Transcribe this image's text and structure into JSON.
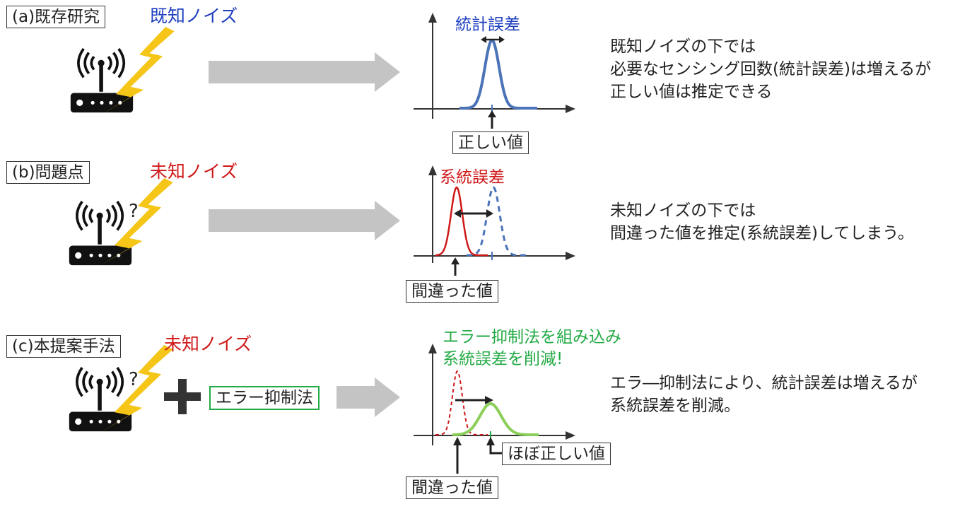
{
  "sections": [
    {
      "id": "a",
      "tag": "(a)既存研究",
      "noise_label": "既知ノイズ",
      "noise_color": "#1f3fbf",
      "graph_label": "統計誤差",
      "graph_label_color": "#1f3fbf",
      "value_label": "正しい値",
      "desc_lines": [
        "既知ノイズの下では",
        "必要なセンシング回数(統計誤差)は増えるが",
        "正しい値は推定できる"
      ]
    },
    {
      "id": "b",
      "tag": "(b)問題点",
      "noise_label": "未知ノイズ",
      "noise_color": "#d01818",
      "graph_label": "系統誤差",
      "graph_label_color": "#d01818",
      "value_label": "間違った値",
      "desc_lines": [
        "未知ノイズの下では",
        "間違った値を推定(系統誤差)してしまう。"
      ]
    },
    {
      "id": "c",
      "tag": "(c)本提案手法",
      "noise_label": "未知ノイズ",
      "noise_color": "#d01818",
      "method_label": "エラー抑制法",
      "graph_label_lines": [
        "エラー抑制法を組み込み",
        "系統誤差を削減!"
      ],
      "graph_label_color": "#22aa44",
      "value_label_wrong": "間違った値",
      "value_label_right": "ほぼ正しい値",
      "desc_lines": [
        "エラ―抑制法により、統計誤差は増えるが",
        "系統誤差を削減。"
      ]
    }
  ],
  "unknown_mark": "?",
  "colors": {
    "bolt": "#f5c518",
    "arrow_fill": "#c4c4c4",
    "curve_blue": "#4a73b8",
    "curve_red": "#d01818",
    "curve_green": "#8bcf5a",
    "method_border": "#22aa44"
  }
}
